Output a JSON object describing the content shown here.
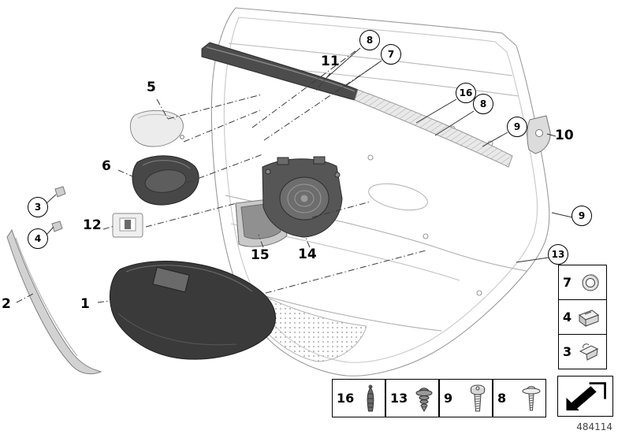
{
  "figure": {
    "part_number": "484114"
  },
  "callouts": [
    {
      "label": "8",
      "style": "circled"
    },
    {
      "label": "7",
      "style": "circled"
    },
    {
      "label": "16",
      "style": "circled"
    },
    {
      "label": "8",
      "style": "circled"
    },
    {
      "label": "9",
      "style": "circled"
    },
    {
      "label": "10",
      "style": "plain"
    },
    {
      "label": "11",
      "style": "plain"
    },
    {
      "label": "5",
      "style": "plain"
    },
    {
      "label": "6",
      "style": "plain"
    },
    {
      "label": "3",
      "style": "circled"
    },
    {
      "label": "4",
      "style": "circled"
    },
    {
      "label": "12",
      "style": "plain"
    },
    {
      "label": "2",
      "style": "plain"
    },
    {
      "label": "1",
      "style": "plain"
    },
    {
      "label": "15",
      "style": "plain"
    },
    {
      "label": "14",
      "style": "plain"
    },
    {
      "label": "9",
      "style": "circled"
    },
    {
      "label": "13",
      "style": "circled"
    }
  ],
  "legend_right": [
    {
      "label": "7",
      "icon": "grommet-ring-icon"
    },
    {
      "label": "4",
      "icon": "spring-clip-icon"
    },
    {
      "label": "3",
      "icon": "sheet-clip-icon"
    }
  ],
  "legend_bottom": [
    {
      "label": "16",
      "icon": "trim-clip-icon"
    },
    {
      "label": "13",
      "icon": "grommet-icon"
    },
    {
      "label": "9",
      "icon": "torx-screw-icon"
    },
    {
      "label": "8",
      "icon": "washer-screw-icon"
    }
  ],
  "nav": {
    "icon": "page-arrow-icon"
  }
}
